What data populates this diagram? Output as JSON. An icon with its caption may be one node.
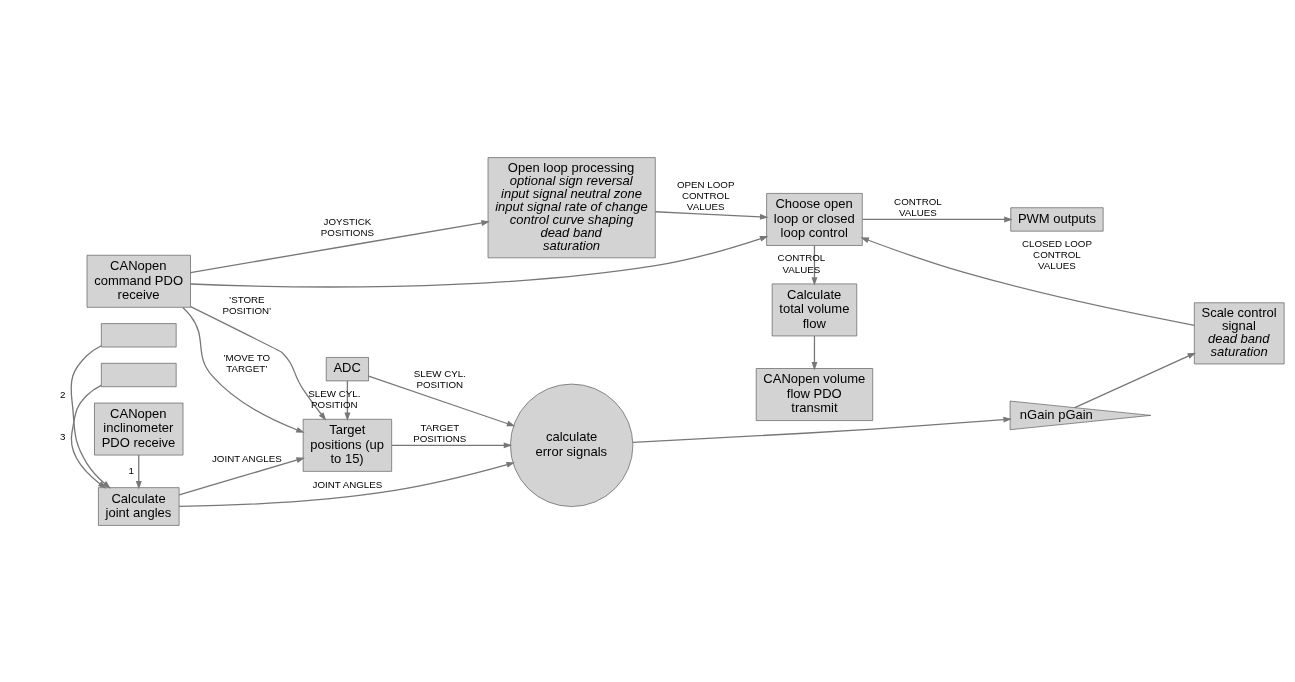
{
  "diagram": {
    "nodes": [
      {
        "text": [
          "CANopen command PDO receive"
        ]
      },
      {
        "text": [
          "Open loop processing",
          "optional sign reversal",
          "input signal neutral zone",
          "input signal rate of change",
          "control curve shaping",
          "dead band",
          "saturation"
        ]
      },
      {
        "text": [
          "CANopen volume flow PDO transmit"
        ]
      },
      {
        "text": [
          "Calculate total volume flow"
        ]
      },
      {
        "text": [
          "Target positions (up to 15)"
        ]
      },
      {
        "text": [
          "Calculate joint angles"
        ]
      },
      {
        "text": [
          "ADC"
        ]
      },
      {
        "text": [
          "PWM outputs"
        ]
      },
      {
        "text": [
          "CANopen inclinometer PDO receive"
        ]
      },
      {
        "text": [],
        "shape": "box"
      },
      {
        "text": [],
        "shape": "box"
      },
      {
        "text": [
          "calculate error signals"
        ]
      },
      {
        "text": [
          "nGain pGain"
        ]
      },
      {
        "text": [
          "Scale control signal",
          "dead band",
          "saturation"
        ]
      },
      {
        "text": [
          "Choose open loop or closed loop control"
        ]
      }
    ],
    "edges": [
      {
        "from": 0,
        "to": 1,
        "arrow": "to",
        "label": "JOYSTICK POSITIONS"
      },
      {
        "from": 0,
        "to": 4,
        "arrow": "to",
        "label": "’MOVE TO TARGET’"
      },
      {
        "from": 0,
        "to": 14,
        "arrow": "to"
      },
      {
        "from": 0,
        "to": 4,
        "arrow": "to",
        "label": "’STORE POSITION’"
      },
      {
        "from": 5,
        "to": 4,
        "arrow": "to",
        "label": "JOINT ANGLES"
      },
      {
        "from": 6,
        "to": 4,
        "arrow": "to",
        "label": "SLEW CYL. POSITION"
      },
      {
        "from": 6,
        "to": 11,
        "arrow": "to",
        "label": "SLEW CYL. POSITION"
      },
      {
        "from": 5,
        "to": 11,
        "arrow": "to",
        "label": "JOINT ANGLES"
      },
      {
        "from": 4,
        "to": 11,
        "arrow": "to",
        "label": "TARGET POSITIONS"
      },
      {
        "from": 8,
        "to": 5,
        "arrow": "to",
        "label": "1"
      },
      {
        "from": 9,
        "to": 5,
        "arrow": "to",
        "label": "2"
      },
      {
        "from": 10,
        "to": 5,
        "arrow": "to",
        "label": "3"
      },
      {
        "from": 11,
        "to": 12,
        "arrow": "to"
      },
      {
        "from": 12,
        "to": 13,
        "arrow": "to"
      },
      {
        "from": 13,
        "to": 14,
        "arrow": "to",
        "label": "CLOSED LOOP CONTROL VALUES"
      },
      {
        "from": 1,
        "to": 14,
        "arrow": "to",
        "label": "OPEN LOOP CONTROL VALUES"
      },
      {
        "from": 14,
        "to": 7,
        "arrow": "to",
        "label": "CONTROL VALUES"
      },
      {
        "from": 14,
        "to": 3,
        "arrow": "to",
        "label": "CONTROL VALUES"
      },
      {
        "from": 3,
        "to": 2,
        "arrow": "to"
      }
    ]
  }
}
